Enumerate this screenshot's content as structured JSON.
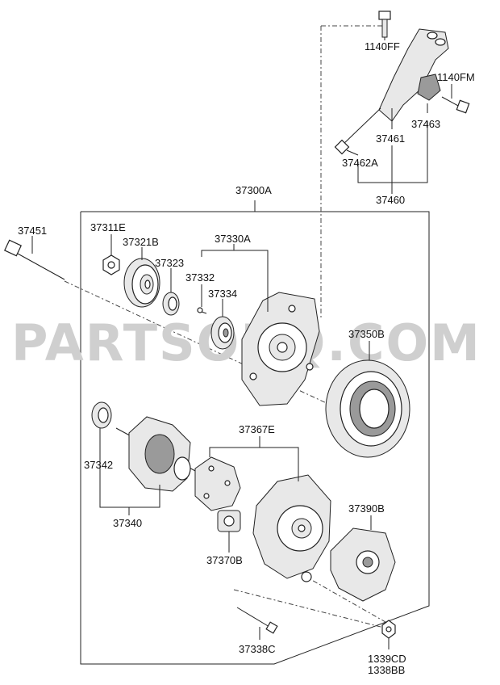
{
  "watermark": "PARTSOUQ.COM",
  "labels": {
    "p1140FF": "1140FF",
    "p1140FM": "1140FM",
    "p37463": "37463",
    "p37461": "37461",
    "p37462A": "37462A",
    "p37460": "37460",
    "p37300A": "37300A",
    "p37451": "37451",
    "p37311E": "37311E",
    "p37321B": "37321B",
    "p37330A": "37330A",
    "p37323": "37323",
    "p37332": "37332",
    "p37334": "37334",
    "p37350B": "37350B",
    "p37367E": "37367E",
    "p37342": "37342",
    "p37340": "37340",
    "p37390B": "37390B",
    "p37370B": "37370B",
    "p37338C": "37338C",
    "p1339CD": "1339CD",
    "p1338BB": "1338BB"
  }
}
